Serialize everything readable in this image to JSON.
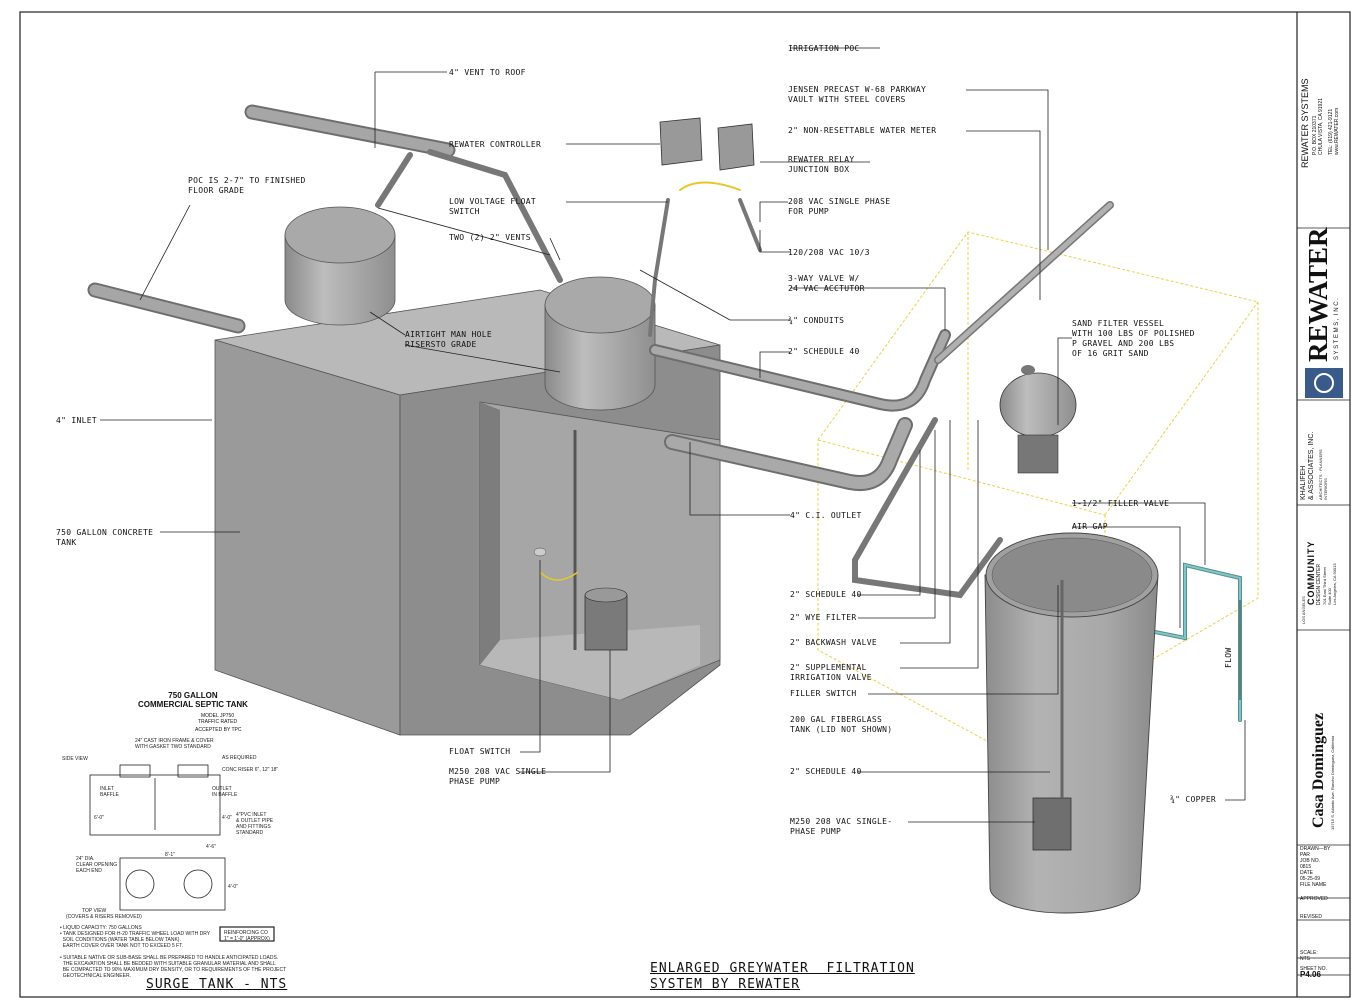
{
  "labels": {
    "irrigation_poc": "IRRIGATION POC",
    "vent_to_roof": "4\" VENT TO ROOF",
    "jensen_vault": "JENSEN PRECAST W-68 PARKWAY\nVAULT WITH STEEL COVERS",
    "water_meter": "2\" NON-RESETTABLE WATER METER",
    "rewater_controller": "REWATER CONTROLLER",
    "relay_box": "REWATER RELAY\nJUNCTION BOX",
    "poc_grade": "POC IS 2-7\" TO FINISHED\nFLOOR GRADE",
    "float_switch_low": "LOW VOLTAGE FLOAT\nSWITCH",
    "pump_power": "208 VAC SINGLE PHASE\nFOR PUMP",
    "two_vents": "TWO (2) 2\" VENTS",
    "vac_120_208": "120/208 VAC 10/3",
    "three_way_valve": "3-WAY VALVE W/\n24 VAC ACCTUTOR",
    "conduits": "¾\" CONDUITS",
    "sand_filter": "SAND FILTER VESSEL\nWITH 100 LBS OF POLISHED\nP GRAVEL AND 200 LBS\nOF 16 GRIT SAND",
    "manhole": "AIRTIGHT MAN HOLE\nRISERSTO GRADE",
    "schedule_40_top": "2\" SCHEDULE 40",
    "inlet": "4\" INLET",
    "filler_valve": "1-1/2\" FILLER VALVE",
    "ci_outlet": "4\" C.I. OUTLET",
    "air_gap": "AIR GAP",
    "concrete_tank": "750 GALLON CONCRETE\nTANK",
    "schedule_40_mid": "2\" SCHEDULE 40",
    "wye_filter": "2\" WYE FILTER",
    "backwash_valve": "2\" BACKWASH VALVE",
    "supp_irrigation": "2\" SUPPLEMENTAL\nIRRIGATION VALVE",
    "filler_switch": "FILLER SWITCH",
    "fiberglass_tank": "200 GAL FIBERGLASS\nTANK (LID NOT SHOWN)",
    "float_switch": "FLOAT SWITCH",
    "schedule_40_low": "2\" SCHEDULE 40",
    "pump_left": "M250 208 VAC SINGLE\nPHASE PUMP",
    "copper": "¾\" COPPER",
    "pump_right": "M250 208 VAC SINGLE-\nPHASE PUMP",
    "flow": "FLOW"
  },
  "inset": {
    "heading": "750 GALLON\nCOMMERCIAL SEPTIC TANK",
    "model": "MODEL JP750\nTRAFFIC RATED",
    "accepted": "ACCEPTED BY TPC",
    "side_view": "SIDE VIEW",
    "top_view": "TOP VIEW",
    "note_cover": "24\" CAST IRON FRAME & COVER\nWITH GASKET TWO STANDARD",
    "note_required": "AS REQUIRED",
    "note_riser": "CONC RISER 6\", 12\" 18\"",
    "note_outlet": "OUTLET\nIN BAFFLE",
    "note_inlet": "INLET\nBAFFLE",
    "note_pipe": "4\"PVC INLET\n& OUTLET PIPE\nAND FITTINGS\nSTANDARD",
    "dim_top": "8'-1\"",
    "dim_side_a": "6'-0\"",
    "dim_side_b": "4'-0\"",
    "dim_height": "4'-6\"",
    "dim_opening": "24\" DIA.\nCLEAR OPENING\nEACH END",
    "dim_width": "4'-0\"",
    "top_view_sub": "(COVERS & RISERS REMOVED)",
    "stamp": "REINFORCING CO\n1\" = 1'-0\" (APPROX)",
    "notes": "• LIQUID CAPACITY: 750 GALLONS\n• TANK DESIGNED FOR H-20 TRAFFIC WHEEL LOAD WITH DRY\n  SOIL CONDITIONS (WATER TABLE BELOW TANK).\n  EARTH COVER OVER TANK NOT TO EXCEED 5 FT.\n\n• SUITABLE NATIVE OR SUB-BASE SHALL BE PREPARED TO HANDLE ANTICIPATED LOADS.\n  THE EXCAVATION SHALL BE BEDDED WITH SUITABLE GRANULAR MATERIAL AND SHALL\n  BE COMPACTED TO 90% MAXIMUM DRY DENSITY, OR TO REQUIREMENTS OF THE PROJECT\n  GEOTECHNICAL ENGINEER."
  },
  "titles": {
    "surge_tank": "SURGE TANK - NTS",
    "main_line1": "ENLARGED GREYWATER  FILTRATION",
    "main_line2": "SYSTEM BY REWATER"
  },
  "title_block": {
    "company": "REWATER SYSTEMS",
    "address": "P.O. BOX 210371\nCHULA VISTA, CA 91921",
    "phone": "TEL: (619) 421-9121\nwww.REWATER.com",
    "brand": "REWATER",
    "brand_sub": "S Y S T E M S ,  I N C .",
    "architect": "KHALIFEH\n& ASSOCIATES, INC.",
    "architect_sub": "ARCHITECTS · PLANNERS\nINTERIORS",
    "client_small": "LOS ANGELES",
    "client": "COMMUNITY",
    "client_sub": "DESIGN CENTER",
    "client_addr": "701 East Third Street\nSuite 400\nLos Angeles, CA 90013",
    "project": "Casa Dominguez",
    "project_sub": "15715 S. Atlantic Ave. Rancho Dominguez, California",
    "fields": [
      {
        "label": "DRAWN—BY",
        "value": "PAR"
      },
      {
        "label": "JOB NO.",
        "value": "0815"
      },
      {
        "label": "DATE",
        "value": "05-25-09"
      },
      {
        "label": "FILE NAME",
        "value": ""
      },
      {
        "label": "APPROVED",
        "value": ""
      },
      {
        "label": "REVISED",
        "value": ""
      },
      {
        "label": "SCALE:",
        "value": "NTS"
      },
      {
        "label": "SHEET NO.",
        "value": "P4.06"
      }
    ]
  },
  "colors": {
    "solid_gray": "#9b9b9b",
    "solid_dark": "#7a7a7a",
    "solid_light": "#b5b5b5",
    "vault_outline": "#e8d24a",
    "accent_teal": "#7fc6c6"
  }
}
